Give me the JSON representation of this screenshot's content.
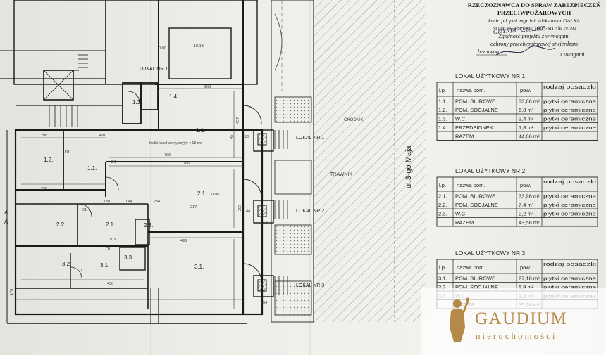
{
  "street_label": "ul.3-go Maja",
  "lokal_labels": [
    "LOKAL NR 1",
    "LOKAL NR 1",
    "LOKAL NR 2",
    "LOKAL NR 3"
  ],
  "room_labels": [
    "1.1.",
    "1.2.",
    "1.1.",
    "1.3.",
    "1.4.",
    "2.1.",
    "2.2.",
    "2.1.",
    "2.3.",
    "3.1.",
    "3.2.",
    "3.1.",
    "3.3."
  ],
  "door_labels": [
    "D1",
    "D1",
    "D1",
    "D1",
    "D1"
  ],
  "outdoor_labels": [
    "TRAWNIK",
    "CHODNIK"
  ],
  "annotation": "kratki kanał wentylacyjny ≈ 18 cm",
  "section_marks": [
    "A",
    "A"
  ],
  "dimensions": {
    "a": [
      "0.00",
      "10.13",
      "263",
      "298",
      "420",
      "796",
      "786",
      "298",
      "217",
      "303",
      "496",
      "430",
      "138",
      "144",
      "234",
      "154",
      "176",
      "0.00",
      "45",
      "457",
      "203",
      "89",
      "44",
      "2.1"
    ]
  },
  "stamp": {
    "lines": [
      "RZECZOZNAWCA DO SPRAW ZABEZPIECZEŃ",
      "PRZECIWPOŻAROWYCH",
      "kmdr. pil. poż. mgr inż. Aleksander GAŁKA",
      "Nr upr. KG-PSP 84/93 | NOT-SITP № 197/92",
      "Zgodność projektu z wymogami",
      "ochrony przeciwpożarowej stwierdzam",
      "bez uwag",
      "z uwagami"
    ],
    "signature": "GDYNIA 12.10.2005"
  },
  "tables": [
    {
      "title": "LOKAL UŻYTKOWY NR 1",
      "headers": [
        "l.p.",
        "nazwa pom.",
        "pow.",
        "rodzaj posadzki"
      ],
      "rows": [
        [
          "1.1.",
          "POM. BIUROWE",
          "33,66 m²",
          "płytki ceramiczne"
        ],
        [
          "1.2.",
          "POM. SOCJALNE",
          "6,8 m²",
          "płytki ceramiczne"
        ],
        [
          "1.3.",
          "W.C.",
          "2,4 m²",
          "płytki ceramiczne"
        ],
        [
          "1.4.",
          "PRZEDSIONEK",
          "1,8 m²",
          "płytki ceramiczne"
        ],
        [
          "",
          "RAZEM",
          "44,66 m²",
          ""
        ]
      ]
    },
    {
      "title": "LOKAL UŻYTKOWY NR 2",
      "headers": [
        "l.p.",
        "nazwa pom.",
        "pow.",
        "rodzaj posadzki"
      ],
      "rows": [
        [
          "2.1.",
          "POM. BIUROWE",
          "33,98 m²",
          "płytki ceramiczne"
        ],
        [
          "2.2.",
          "POM. SOCJALNE",
          "7,4 m²",
          "płytki ceramiczne"
        ],
        [
          "2.3.",
          "W.C.",
          "2,2 m²",
          "płytki ceramiczne"
        ],
        [
          "",
          "RAZEM",
          "43,58 m²",
          ""
        ]
      ]
    },
    {
      "title": "LOKAL UŻYTKOWY NR 3",
      "headers": [
        "l.p.",
        "nazwa pom.",
        "pow.",
        "rodzaj posadzki"
      ],
      "rows": [
        [
          "3.1.",
          "POM. BIUROWE",
          "27,18 m²",
          "płytki ceramiczne"
        ],
        [
          "3.2.",
          "POM. SOCJALNE",
          "5,9 m²",
          "płytki ceramiczne"
        ],
        [
          "3.3.",
          "W.C.",
          "2,2 m²",
          "płytki ceramiczne"
        ],
        [
          "",
          "RAZEM",
          "35,28 m²",
          ""
        ]
      ]
    }
  ],
  "watermark": {
    "brand": "GAUDIUM",
    "sub": "nieruchomości",
    "logo": "statue-figure-icon",
    "gold": "#b5894a"
  }
}
